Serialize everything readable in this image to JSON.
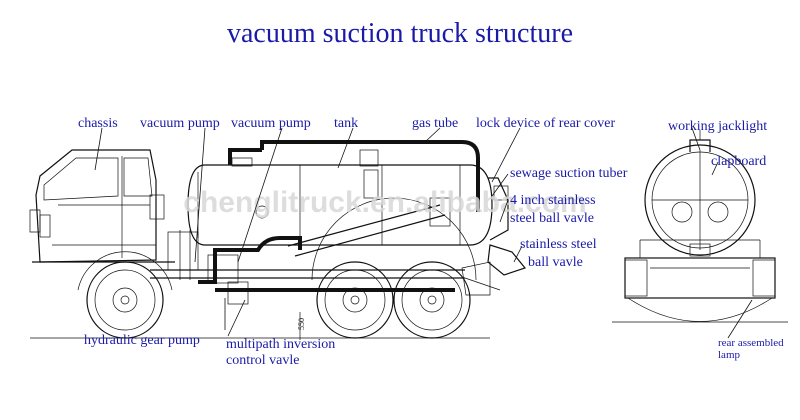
{
  "title": "vacuum suction truck structure",
  "watermark": "chenglitruck.en.alibaba.com",
  "labels": {
    "chassis": "chassis",
    "vacuum_pump_1": "vacuum pump",
    "vacuum_pump_2": "vacuum pump",
    "tank": "tank",
    "gas_tube": "gas tube",
    "lock_device": "lock device of rear cover",
    "working_jacklight": "working jacklight",
    "clapboard": "clapboard",
    "sewage_suction_tuber": "sewage suction tuber",
    "inch_stainless_1": "4 inch stainless",
    "inch_stainless_2": "steel ball vavle",
    "stainless_steel_1": "stainless steel",
    "stainless_steel_2": "ball vavle",
    "hydraulic_gear_pump": "hydraulic gear pump",
    "multipath_1": "multipath inversion",
    "multipath_2": "control vavle",
    "rear_lamp_1": "rear assembled",
    "rear_lamp_2": "lamp",
    "dimension_mark": "550"
  },
  "colors": {
    "label": "#1a1aa8",
    "line": "#111111",
    "watermark": "#d8d8d8"
  }
}
